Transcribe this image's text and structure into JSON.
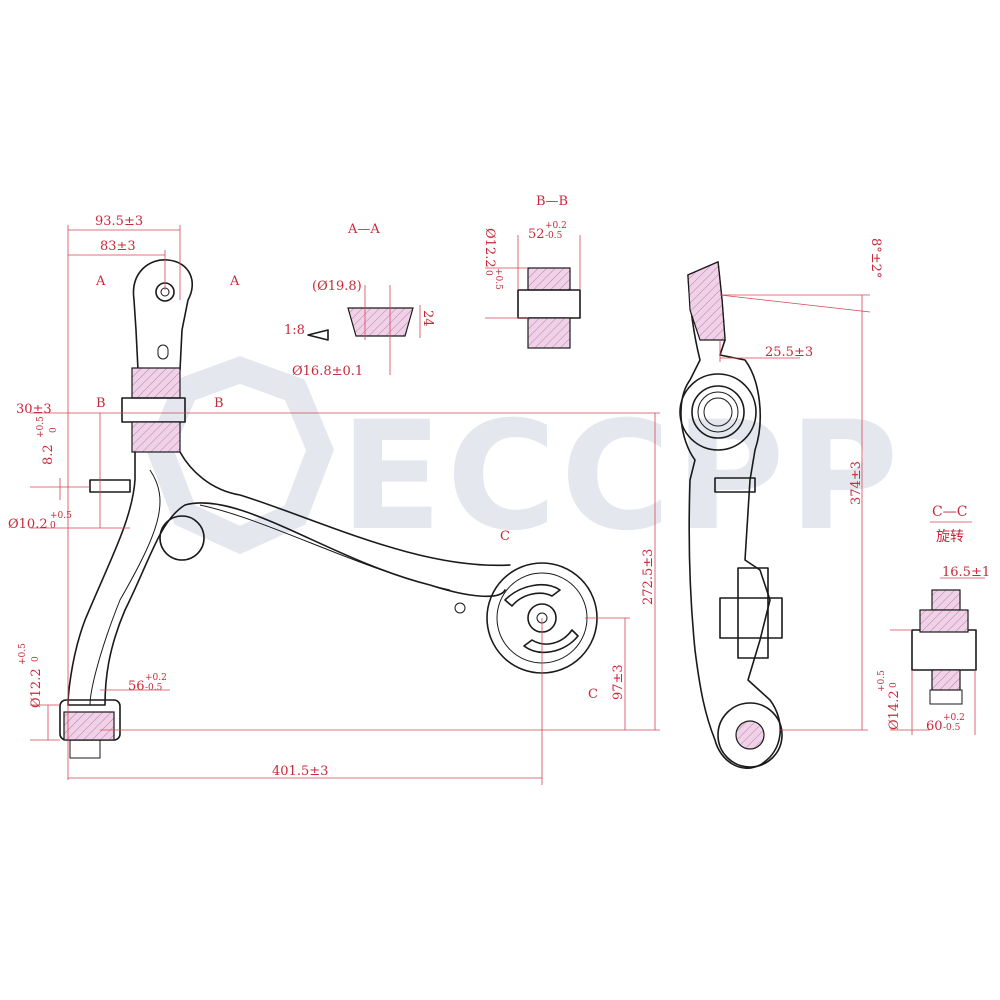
{
  "watermark": {
    "brand": "ECCPP"
  },
  "sections": {
    "aa": "A—A",
    "bb": "B—B",
    "cc": "C—C",
    "cc_note": "旋转",
    "mark_a": "A",
    "mark_b": "B",
    "mark_c": "C"
  },
  "dims": {
    "d93_5": "93.5±3",
    "d83": "83±3",
    "d30": "30±3",
    "d8_2": "8.2",
    "d8_2_tol": "+0.5",
    "d8_2_tol_lo": "0",
    "d10_2": "Ø10.2",
    "d10_2_tol": "+0.5",
    "d10_2_tol_lo": "0",
    "d12_2_left": "Ø12.2",
    "d12_2_left_tol": "+0.5",
    "d12_2_left_tol_lo": "0",
    "d56": "56",
    "d56_tol_hi": "+0.2",
    "d56_tol_lo": "-0.5",
    "d401_5": "401.5±3",
    "d272_5": "272.5±3",
    "d97": "97±3",
    "d19_8": "(Ø19.8)",
    "d1_8": "1:8",
    "d24": "24",
    "d16_8": "Ø16.8±0.1",
    "d52": "52",
    "d52_tol_hi": "+0.2",
    "d52_tol_lo": "-0.5",
    "d12_2_bb": "Ø12.2",
    "d12_2_bb_tol": "+0.5",
    "d12_2_bb_tol_lo": "0",
    "d8deg": "8°±2°",
    "d25_5": "25.5±3",
    "d374": "374±3",
    "d16_5": "16.5±1",
    "d14_2": "Ø14.2",
    "d14_2_tol": "+0.5",
    "d14_2_tol_lo": "0",
    "d60": "60",
    "d60_tol_hi": "+0.2",
    "d60_tol_lo": "-0.5"
  },
  "colors": {
    "dimension": "#c8283a",
    "outline": "#1a1a1a",
    "hatch": "#e9c6e0",
    "watermark": "#e4e8ee"
  }
}
